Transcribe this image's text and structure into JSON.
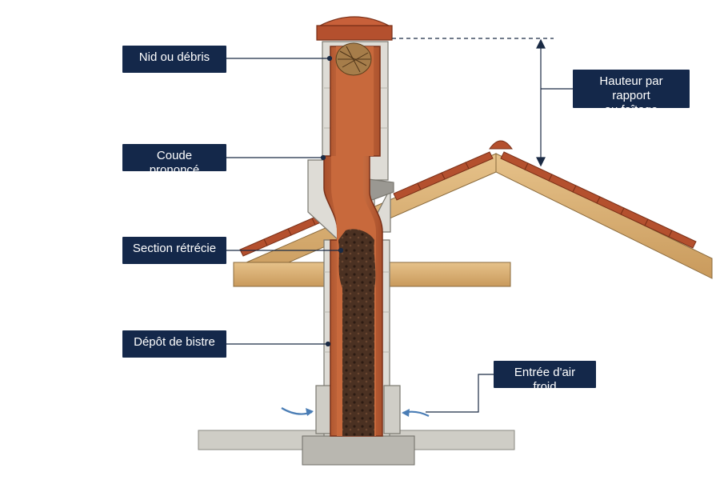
{
  "labels": {
    "nest": "Nid ou débris",
    "elbow": "Coude prononcé",
    "narrowed": "Section rétrécie",
    "soot": "Dépôt de bistre",
    "cold_air": "Entrée d'air froid",
    "height_line1": "Hauteur par rapport",
    "height_line2": "au faîtage"
  },
  "colors": {
    "label_bg": "#14284a",
    "label_text": "#ffffff",
    "brick": "#c0643a",
    "brick_dark": "#8e3f22",
    "masonry": "#dcdad4",
    "masonry_edge": "#8a8880",
    "tile": "#b4502e",
    "wood": "#d8b27a",
    "soot": "#4a3020",
    "arrow_blue": "#4a7db5"
  }
}
